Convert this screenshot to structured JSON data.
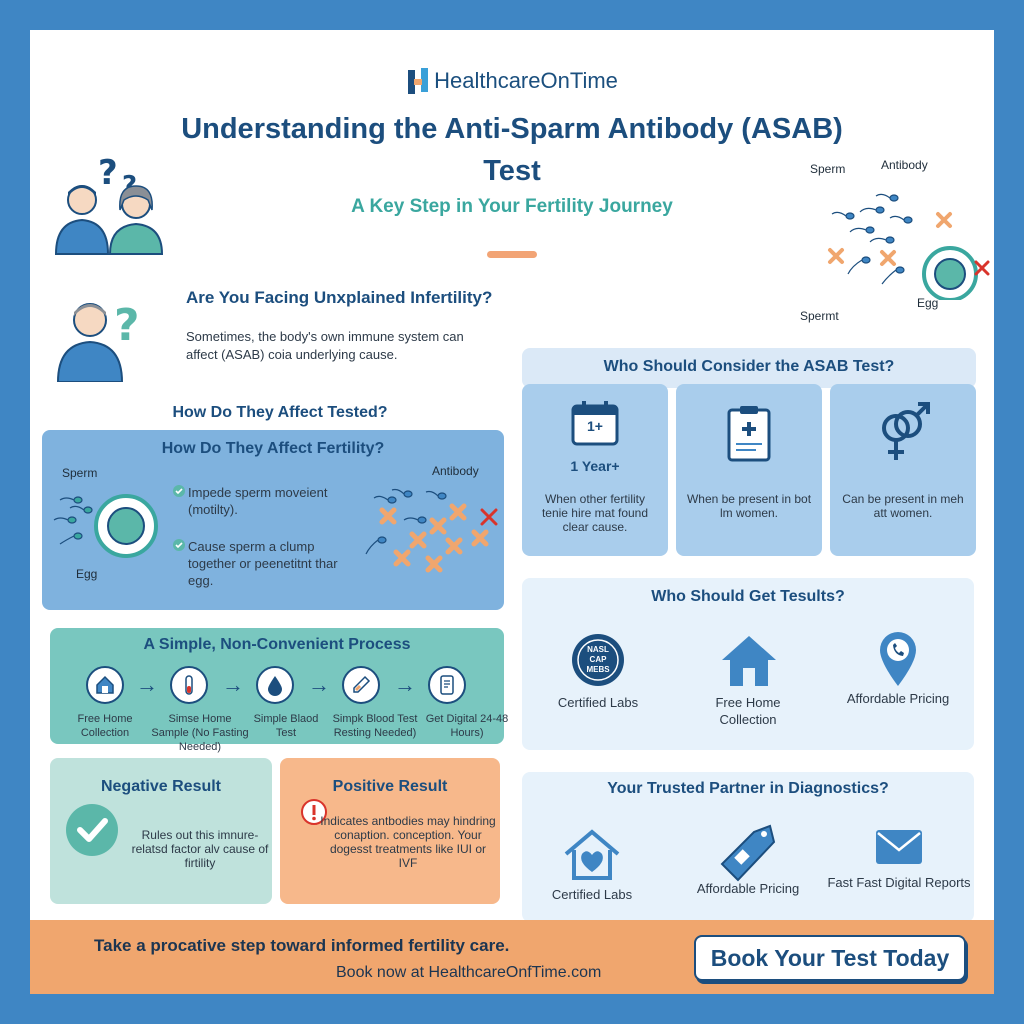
{
  "brand": {
    "name": "HealthcareOnTime"
  },
  "header": {
    "title": "Understanding the Anti-Sparm Antibody (ASAB) Test",
    "subtitle": "A Key Step in Your Fertility Journey"
  },
  "top_diagram": {
    "sperm": "Sperm",
    "antibody": "Antibody",
    "egg": "Egg",
    "spermt": "Spermt"
  },
  "intro": {
    "heading": "Are You Facing Unxplained Infertility?",
    "text": "Sometimes, the body's own immune system can affect (ASAB) coia underlying cause."
  },
  "tested_heading": "How Do They Affect Tested?",
  "affect": {
    "heading": "How Do They Affect Fertility?",
    "sperm": "Sperm",
    "egg": "Egg",
    "antibody": "Antibody",
    "bullets": [
      "Impede sperm moveient (motilty).",
      "Cause sperm a clump together or peenetitnt thar egg."
    ]
  },
  "process": {
    "heading": "A Simple, Non-Convenient Process",
    "steps": [
      {
        "label": "Free Home Collection",
        "icon": "home-icon"
      },
      {
        "label": "Simse Home Sample (No Fasting Needed)",
        "icon": "test-tube-icon"
      },
      {
        "label": "Simple Blaod Test",
        "icon": "blood-drop-icon"
      },
      {
        "label": "Simpk Blood Test Resting Needed)",
        "icon": "vial-icon"
      },
      {
        "label": "Get Digital 24-48 Hours)",
        "icon": "phone-report-icon"
      }
    ]
  },
  "results": {
    "negative": {
      "heading": "Negative Result",
      "text": "Rules out this imnure-relatsd factor alv cause of firtility"
    },
    "positive": {
      "heading": "Positive Result",
      "text": "Indicates antbodies may hindring conaption. conception. Your dogesst treatments like IUI or IVF"
    }
  },
  "who": {
    "heading": "Who Should Consider the ASAB Test?",
    "cards": [
      {
        "title": "1 Year+",
        "calendar": "1+",
        "text": "When other fertility tenie hire mat found clear cause.",
        "icon": "calendar-icon"
      },
      {
        "text": "When be present in bot lm women.",
        "icon": "clipboard-icon"
      },
      {
        "text": "Can be present in meh att women.",
        "icon": "gender-icon"
      }
    ]
  },
  "get_results": {
    "heading": "Who Should Get Tesults?",
    "badge": [
      "NASL",
      "CAP",
      "MEBS"
    ],
    "items": [
      {
        "label": "Certified Labs",
        "icon": "seal-icon"
      },
      {
        "label": "Free Home Collection",
        "icon": "home-icon"
      },
      {
        "label": "Affordable Pricing",
        "icon": "location-phone-icon"
      }
    ]
  },
  "partner": {
    "heading": "Your Trusted Partner in Diagnostics?",
    "items": [
      {
        "label": "Certified Labs",
        "icon": "house-heart-icon"
      },
      {
        "label": "Affordable Pricing",
        "icon": "price-tag-icon"
      },
      {
        "label": "Fast Fast Digital Reports",
        "icon": "envelope-icon"
      }
    ]
  },
  "footer": {
    "cta": "Take a procative step toward informed fertility care.",
    "book_now": "Book now at HealthcareOnfTime.com",
    "button": "Book Your Test Today"
  },
  "colors": {
    "navy": "#1c4e7e",
    "teal": "#3aa79f",
    "orange": "#f0a66e",
    "border_blue": "#3f86c4"
  }
}
